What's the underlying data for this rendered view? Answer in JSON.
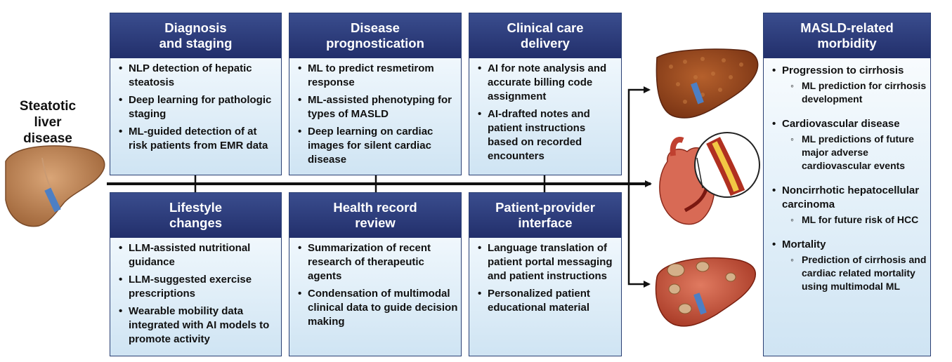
{
  "source_label": "Steatotic\nliver\ndisease",
  "boxes": [
    {
      "title": "Diagnosis\nand staging",
      "items": [
        "NLP detection of hepatic steatosis",
        "Deep learning for pathologic staging",
        "ML-guided detection of at risk patients from EMR data"
      ]
    },
    {
      "title": "Disease\nprognostication",
      "items": [
        "ML to predict resmetirom response",
        "ML-assisted phenotyping for types of MASLD",
        "Deep learning on cardiac images for silent cardiac disease"
      ]
    },
    {
      "title": "Clinical care\ndelivery",
      "items": [
        "AI for note analysis and accurate billing code assignment",
        "AI-drafted notes and patient instructions based on recorded encounters"
      ]
    },
    {
      "title": "Lifestyle\nchanges",
      "items": [
        "LLM-assisted nutritional guidance",
        "LLM-suggested exercise prescriptions",
        "Wearable mobility data integrated with AI models to promote activity"
      ]
    },
    {
      "title": "Health record\nreview",
      "items": [
        "Summarization of recent research of therapeutic agents",
        "Condensation of multimodal clinical data to guide decision making"
      ]
    },
    {
      "title": "Patient-provider\ninterface",
      "items": [
        "Language translation of patient portal messaging and patient instructions",
        "Personalized patient educational material"
      ]
    }
  ],
  "morbidity": {
    "title": "MASLD-related\nmorbidity",
    "items": [
      {
        "label": "Progression to cirrhosis",
        "sub": [
          "ML prediction for cirrhosis development"
        ]
      },
      {
        "label": "Cardiovascular disease",
        "sub": [
          "ML predictions of future major adverse cardiovascular events"
        ]
      },
      {
        "label": "Noncirrhotic hepatocellular carcinoma",
        "sub": [
          "ML for future risk of HCC"
        ]
      },
      {
        "label": "Mortality",
        "sub": [
          "Prediction of cirrhosis and cardiac related mortality using multimodal ML"
        ]
      }
    ]
  }
}
